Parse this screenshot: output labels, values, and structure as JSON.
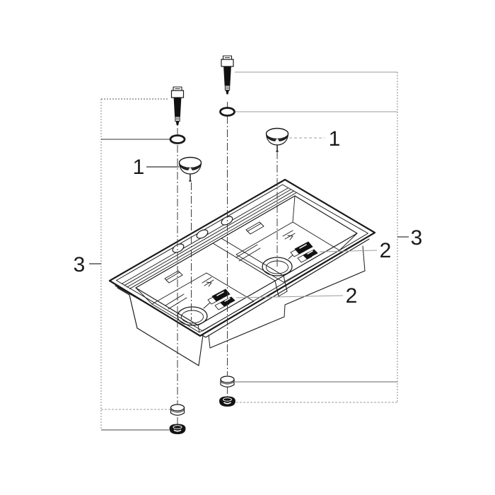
{
  "diagram": {
    "type": "exploded-parts-drawing",
    "subject": "double-bowl-sink-assembly",
    "background": "#ffffff",
    "colors": {
      "background": "#ffffff",
      "ink": "#1a1a1a",
      "leader": "#9b9b9b",
      "fill_dark": "#111111",
      "centerline": "#3c3c3c",
      "border": "#8a8a8a"
    },
    "labels": {
      "item1_left": "1",
      "item1_right": "1",
      "item2_upper": "2",
      "item2_lower": "2",
      "item3_left": "3",
      "item3_right": "3"
    }
  }
}
